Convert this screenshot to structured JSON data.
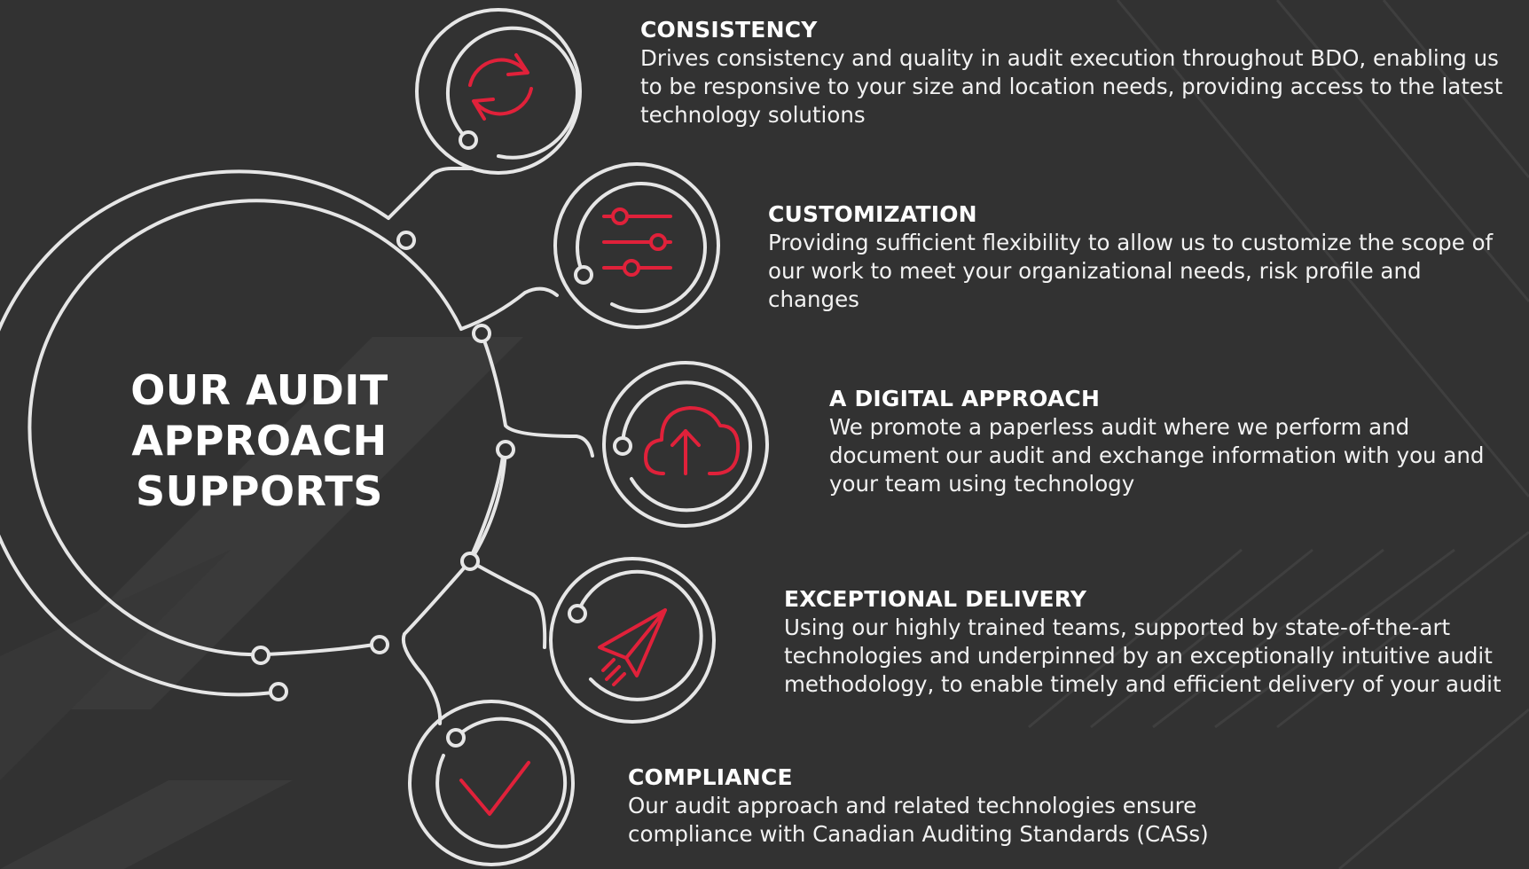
{
  "center": {
    "lines": [
      "OUR AUDIT",
      "APPROACH",
      "SUPPORTS"
    ]
  },
  "items": [
    {
      "title": "CONSISTENCY",
      "desc": "Drives consistency and quality in audit execution throughout BDO, enabling us to be responsive to your size and location needs, providing access to the latest technology solutions",
      "icon": "refresh-icon"
    },
    {
      "title": "CUSTOMIZATION",
      "desc": "Providing sufficient flexibility to allow us to customize the scope of our work to meet your organizational needs, risk profile and changes",
      "icon": "sliders-icon"
    },
    {
      "title": "A DIGITAL APPROACH",
      "desc": "We promote a paperless audit where we perform and document our audit and exchange information with you and your team using technology",
      "icon": "cloud-upload-icon"
    },
    {
      "title": "EXCEPTIONAL DELIVERY",
      "desc": "Using our highly trained teams, supported by state-of-the-art technologies and underpinned by an exceptionally intuitive audit methodology, to enable timely and efficient delivery of your audit",
      "icon": "paper-plane-icon"
    },
    {
      "title": "COMPLIANCE",
      "desc": "Our audit approach and related technologies ensure compliance with Canadian Auditing Standards (CASs)",
      "icon": "checkmark-icon"
    }
  ],
  "colors": {
    "background": "#323232",
    "ring": "#e6e6e6",
    "icon_accent": "#e0213a",
    "text": "#ffffff"
  }
}
